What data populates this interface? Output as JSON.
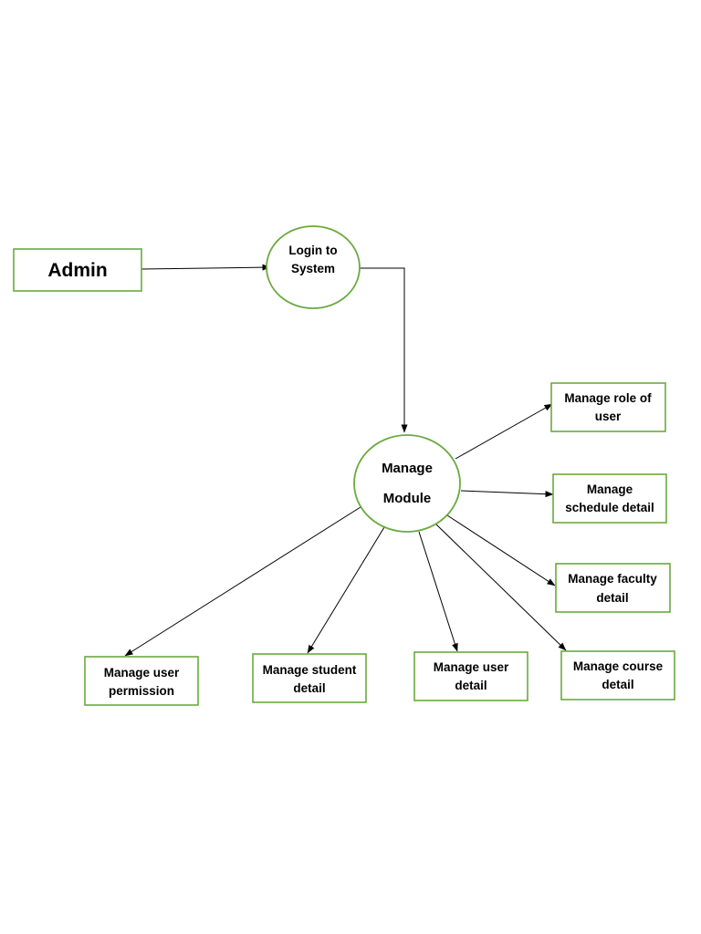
{
  "colors": {
    "border": "#6aaa3e",
    "edge": "#000000",
    "background": "#ffffff"
  },
  "nodes": {
    "admin": {
      "label": "Admin"
    },
    "login": {
      "line1": "Login to",
      "line2": "System"
    },
    "manage_module": {
      "line1": "Manage",
      "line2": "Module"
    },
    "role": {
      "line1": "Manage role of",
      "line2": "user"
    },
    "schedule": {
      "line1": "Manage",
      "line2": "schedule detail"
    },
    "faculty": {
      "line1": "Manage faculty",
      "line2": "detail"
    },
    "course": {
      "line1": "Manage course",
      "line2": "detail"
    },
    "user_detail": {
      "line1": "Manage user",
      "line2": "detail"
    },
    "student": {
      "line1": "Manage student",
      "line2": "detail"
    },
    "permission": {
      "line1": "Manage user",
      "line2": "permission"
    }
  },
  "edges": [
    {
      "from": "admin",
      "to": "login"
    },
    {
      "from": "login",
      "to": "manage_module"
    },
    {
      "from": "manage_module",
      "to": "role"
    },
    {
      "from": "manage_module",
      "to": "schedule"
    },
    {
      "from": "manage_module",
      "to": "faculty"
    },
    {
      "from": "manage_module",
      "to": "course"
    },
    {
      "from": "manage_module",
      "to": "user_detail"
    },
    {
      "from": "manage_module",
      "to": "student"
    },
    {
      "from": "manage_module",
      "to": "permission"
    }
  ]
}
